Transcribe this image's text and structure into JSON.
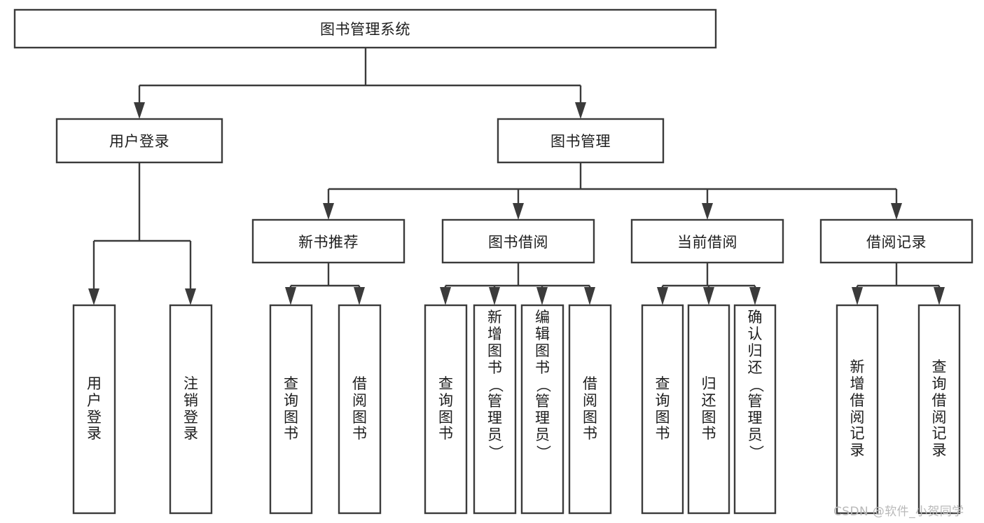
{
  "diagram": {
    "title": "图书管理系统",
    "type": "tree-hierarchy-chart",
    "orientation": "top-down",
    "colors": {
      "box_stroke": "#3b3b3b",
      "box_fill": "#ffffff",
      "text": "#1d1d1d",
      "background": "#ffffff",
      "watermark": "#b9b9b9"
    },
    "nodes": {
      "root": {
        "label": "图书管理系统",
        "orientation": "horizontal"
      },
      "level2": [
        {
          "id": "user-login",
          "label": "用户登录",
          "orientation": "horizontal"
        },
        {
          "id": "book-manage",
          "label": "图书管理",
          "orientation": "horizontal"
        }
      ],
      "level3": [
        {
          "id": "new-book-recommend",
          "label": "新书推荐",
          "orientation": "horizontal"
        },
        {
          "id": "book-borrow",
          "label": "图书借阅",
          "orientation": "horizontal"
        },
        {
          "id": "current-borrow",
          "label": "当前借阅",
          "orientation": "horizontal"
        },
        {
          "id": "borrow-record",
          "label": "借阅记录",
          "orientation": "horizontal"
        }
      ],
      "leaves": [
        {
          "id": "leaf-user-login",
          "label": "用户登录",
          "parent": "user-login",
          "orientation": "vertical"
        },
        {
          "id": "leaf-user-logout",
          "label": "注销登录",
          "parent": "user-login",
          "orientation": "vertical"
        },
        {
          "id": "leaf-query-book-1",
          "label": "查询图书",
          "parent": "new-book-recommend",
          "orientation": "vertical"
        },
        {
          "id": "leaf-borrow-book-1",
          "label": "借阅图书",
          "parent": "new-book-recommend",
          "orientation": "vertical"
        },
        {
          "id": "leaf-query-book-2",
          "label": "查询图书",
          "parent": "book-borrow",
          "orientation": "vertical"
        },
        {
          "id": "leaf-add-book",
          "label": "新增图书（管理员）",
          "parent": "book-borrow",
          "orientation": "vertical"
        },
        {
          "id": "leaf-edit-book",
          "label": "编辑图书（管理员）",
          "parent": "book-borrow",
          "orientation": "vertical"
        },
        {
          "id": "leaf-borrow-book-2",
          "label": "借阅图书",
          "parent": "book-borrow",
          "orientation": "vertical"
        },
        {
          "id": "leaf-query-book-3",
          "label": "查询图书",
          "parent": "current-borrow",
          "orientation": "vertical"
        },
        {
          "id": "leaf-return-book",
          "label": "归还图书",
          "parent": "current-borrow",
          "orientation": "vertical"
        },
        {
          "id": "leaf-confirm-return",
          "label": "确认归还（管理员）",
          "parent": "current-borrow",
          "orientation": "vertical"
        },
        {
          "id": "leaf-add-record",
          "label": "新增借阅记录",
          "parent": "borrow-record",
          "orientation": "vertical"
        },
        {
          "id": "leaf-query-record",
          "label": "查询借阅记录",
          "parent": "borrow-record",
          "orientation": "vertical"
        }
      ]
    },
    "watermark": "CSDN @软件_小贺同学"
  }
}
